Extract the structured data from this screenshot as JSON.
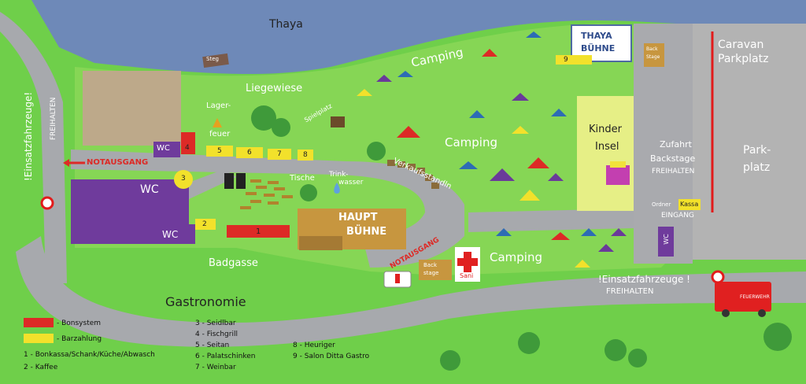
{
  "colors": {
    "water": "#6e89b8",
    "grass": "#6fcf4a",
    "grass_light": "#9be063",
    "road": "#a7a9ad",
    "parking": "#b3b3b3",
    "bon": "#dd2a26",
    "cash": "#f2e12b",
    "wc": "#6f3b9c",
    "stall": "#8a6b3a",
    "stage": "#c7963f"
  },
  "labels": {
    "river": "Thaya",
    "jetty": "Steg",
    "meadow": "Liegewiese",
    "campfire_1": "Lager-",
    "campfire_2": "feuer",
    "playground": "Spielplatz",
    "camping_top": "Camping",
    "camping_mid": "Camping",
    "camping_bottom": "Camping",
    "stalls": "Verkaufsstandln",
    "water_1": "Trink-",
    "water_2": "wasser",
    "tables": "Tische",
    "kids_1": "Kinder",
    "kids_2": "Insel",
    "stage_top_1": "THAYA",
    "stage_top_2": "BÜHNE",
    "backstage_top_1": "Back",
    "backstage_top_2": "Stage",
    "backstage_bottom_1": "Back",
    "backstage_bottom_2": "stage",
    "main_stage_1": "HAUPT",
    "main_stage_2": "BÜHNE",
    "sani": "Sani",
    "caravan_1": "Caravan",
    "caravan_2": "Parkplatz",
    "parking_1": "Park-",
    "parking_2": "platz",
    "access_1": "Zufahrt",
    "access_2": "Backstage",
    "access_3": "FREIHALTEN",
    "ordner": "Ordner",
    "kassa": "Kassa",
    "entrance": "EINGANG",
    "wc_small": "WC",
    "wc_big": "WC",
    "wc_bottom": "WC",
    "wc_side": "WC",
    "emergency_exit_left": "NOTAUSGANG",
    "emergency_exit_bottom": "NOTAUSGANG",
    "street": "Badgasse",
    "emergency_vertical_1": "!Einsatzfahrzeuge!",
    "emergency_vertical_2": "FREIHALTEN",
    "emergency_road_1": "!Einsatzfahrzeuge !",
    "emergency_road_2": "FREIHALTEN",
    "fire_truck": "FEUERWEHR"
  },
  "stand_numbers": [
    "1",
    "2",
    "3",
    "4",
    "5",
    "6",
    "7",
    "8",
    "9"
  ],
  "legend": {
    "title": "Gastronomie",
    "bon_label": "- Bonsystem",
    "cash_label": "- Barzahlung",
    "items_col1": [
      "1 - Bonkassa/Schank/Küche/Abwasch",
      "2 - Kaffee"
    ],
    "items_col2": [
      "3 - Seidlbar",
      "4 - Fischgrill",
      "5 - Seitan",
      "6 - Palatschinken",
      "7 - Weinbar"
    ],
    "items_col3": [
      "8 - Heuriger",
      "9 - Salon Ditta Gastro"
    ]
  }
}
